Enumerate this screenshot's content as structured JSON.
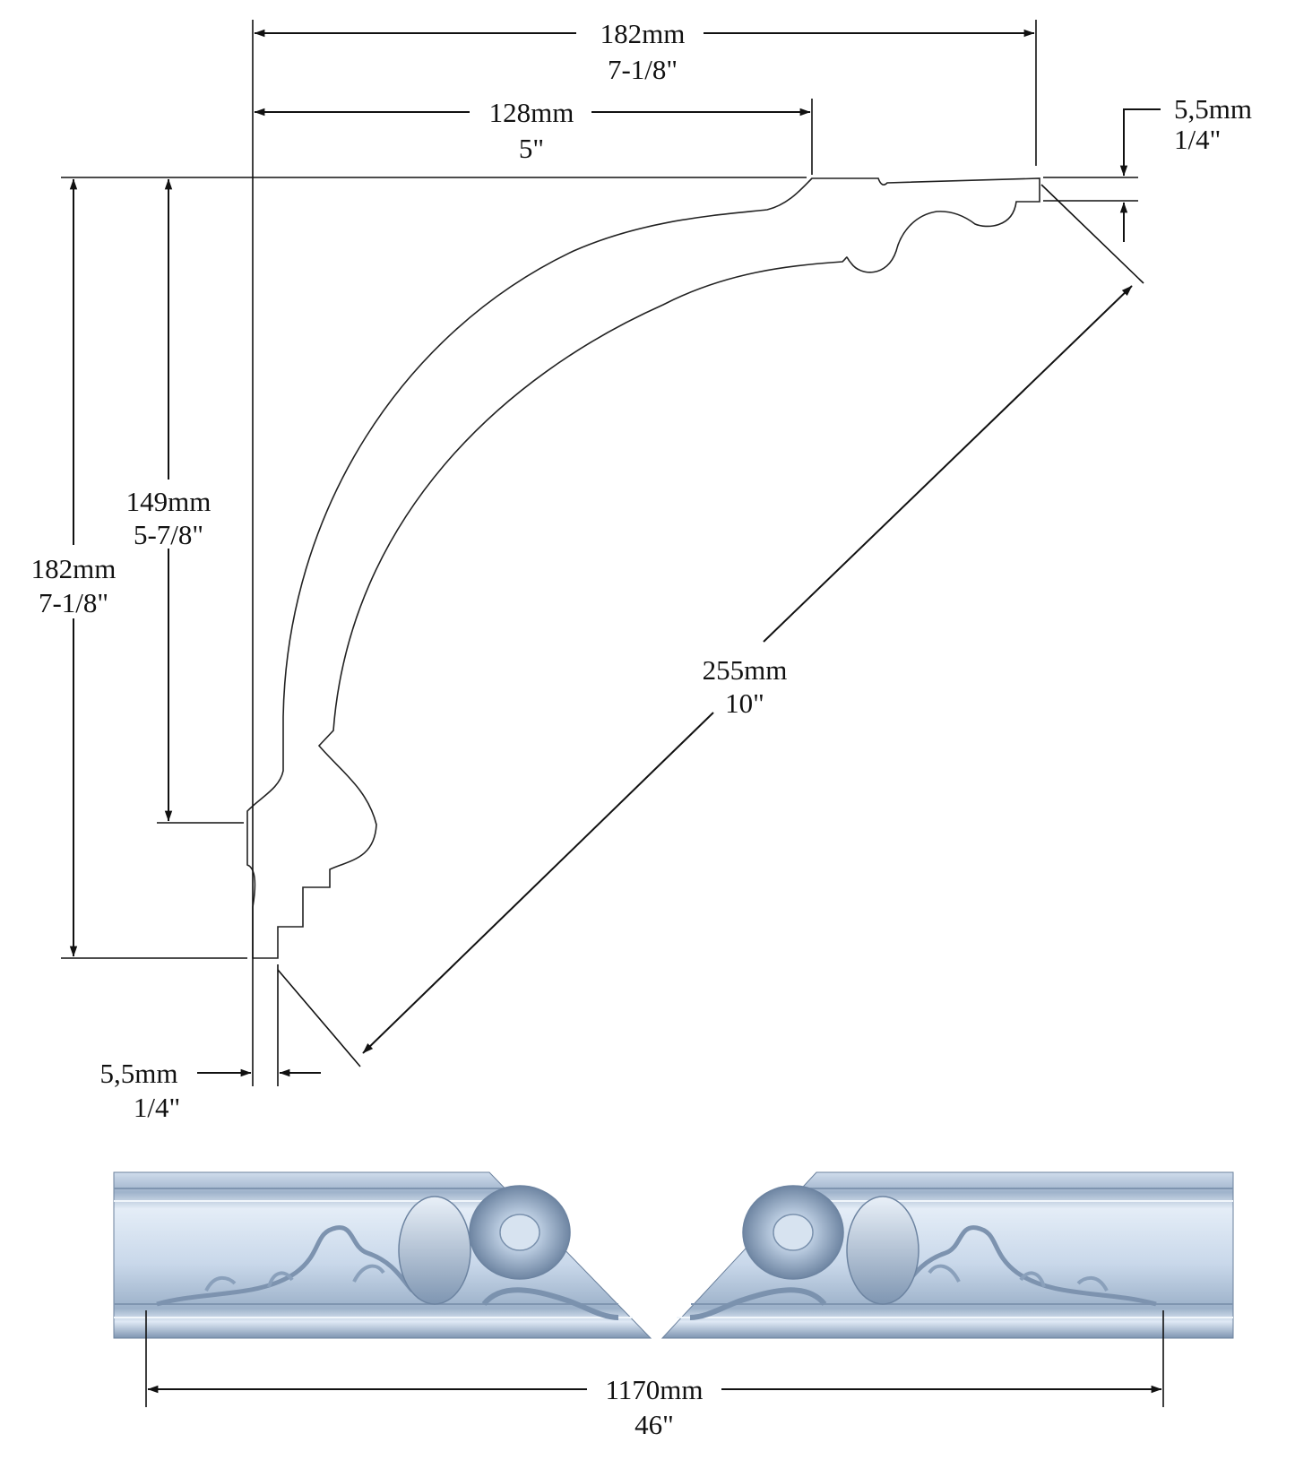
{
  "profile_dimensions": {
    "top_width": {
      "metric": "182mm",
      "imperial": "7-1/8\""
    },
    "top_inner_width": {
      "metric": "128mm",
      "imperial": "5\""
    },
    "left_height": {
      "metric": "182mm",
      "imperial": "7-1/8\""
    },
    "inner_height": {
      "metric": "149mm",
      "imperial": "5-7/8\""
    },
    "diagonal": {
      "metric": "255mm",
      "imperial": "10\""
    },
    "top_thickness": {
      "metric": "5,5mm",
      "imperial": "1/4\""
    },
    "bottom_thickness": {
      "metric": "5,5mm",
      "imperial": "1/4\""
    }
  },
  "molding_length": {
    "metric": "1170mm",
    "imperial": "46\""
  },
  "colors": {
    "line": "#111111",
    "molding_light": "#dbe7f4",
    "molding_mid": "#a9bdd4",
    "molding_dark": "#6f86a3"
  }
}
